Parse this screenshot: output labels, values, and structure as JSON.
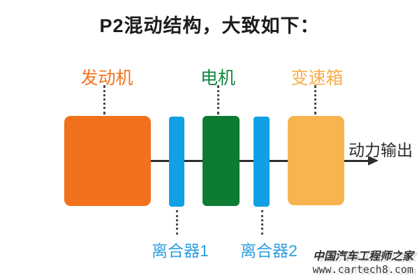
{
  "title": "P2混动结构，大致如下：",
  "components": {
    "engine": {
      "label": "发动机",
      "color": "#f2711c",
      "label_color": "#f0731d"
    },
    "clutch1": {
      "label": "离合器1",
      "color": "#11a0e4",
      "label_color": "#2f9fdf"
    },
    "motor": {
      "label": "电机",
      "color": "#0e7b33",
      "label_color": "#12873c"
    },
    "clutch2": {
      "label": "离合器2",
      "color": "#11a0e4",
      "label_color": "#2f9fdf"
    },
    "gearbox": {
      "label": "变速箱",
      "color": "#f7b44f",
      "label_color": "#f8ae4c"
    }
  },
  "output_arrow": {
    "label": "动力输出",
    "color": "#2e2e2e"
  },
  "connector_color": "#4a4a4a",
  "watermark": {
    "site_name": "中国汽车工程师之家",
    "site_url": "www.cartech8.com"
  }
}
